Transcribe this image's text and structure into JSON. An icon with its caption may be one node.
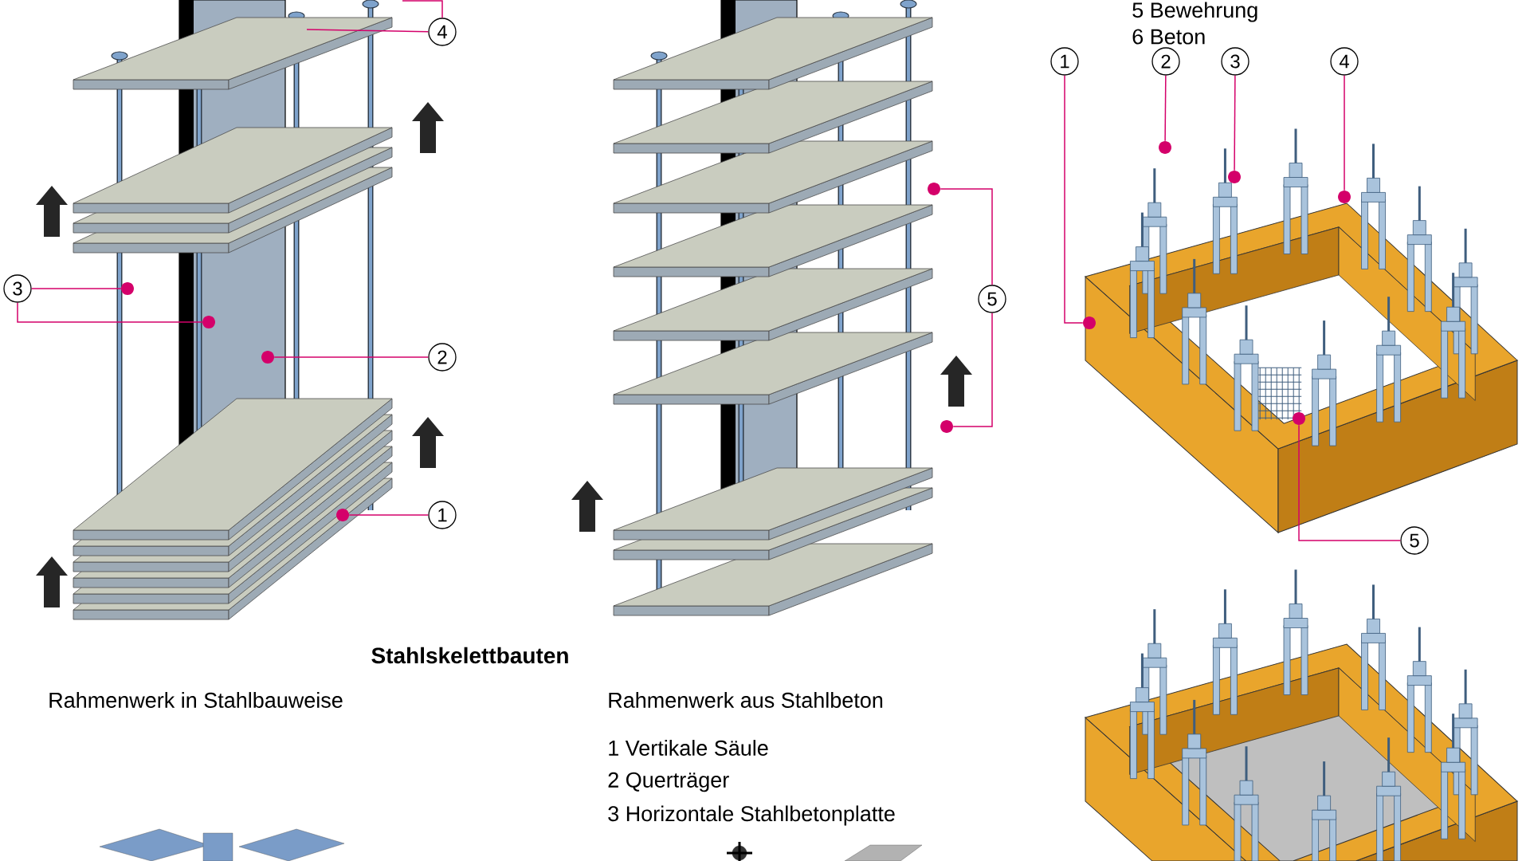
{
  "diagram": {
    "title": "Stahlskelettbauten",
    "nodes": [
      {
        "text": [
          "4"
        ]
      },
      {
        "text": [
          "3"
        ]
      },
      {
        "text": [],
        "shape": "circle"
      },
      {
        "text": [],
        "shape": "circle"
      },
      {
        "text": [
          "2"
        ]
      },
      {
        "text": [],
        "shape": "circle"
      },
      {
        "text": [
          "1"
        ]
      },
      {
        "text": [],
        "shape": "circle"
      },
      {
        "text": [
          "5"
        ]
      },
      {
        "text": [],
        "shape": "circle"
      },
      {
        "text": [],
        "shape": "circle"
      },
      {
        "text": [
          "1"
        ]
      },
      {
        "text": [],
        "shape": "circle"
      },
      {
        "text": [
          "2"
        ]
      },
      {
        "text": [],
        "shape": "circle"
      },
      {
        "text": [
          "3"
        ]
      },
      {
        "text": [],
        "shape": "circle"
      },
      {
        "text": [
          "4"
        ]
      },
      {
        "text": [],
        "shape": "circle"
      },
      {
        "text": [
          "5"
        ]
      },
      {
        "text": [],
        "shape": "circle"
      }
    ],
    "edges": [
      {
        "from": 0,
        "to": null,
        "arrow": "none"
      },
      {
        "from": 0,
        "to": null,
        "arrow": "none"
      },
      {
        "from": 1,
        "to": 2,
        "arrow": "none"
      },
      {
        "from": 1,
        "to": 3,
        "arrow": "none"
      },
      {
        "from": 4,
        "to": 5,
        "arrow": "none"
      },
      {
        "from": 6,
        "to": 7,
        "arrow": "none"
      },
      {
        "from": 8,
        "to": 9,
        "arrow": "none"
      },
      {
        "from": 8,
        "to": 10,
        "arrow": "none"
      },
      {
        "from": 11,
        "to": 12,
        "arrow": "none"
      },
      {
        "from": 13,
        "to": 14,
        "arrow": "none"
      },
      {
        "from": 15,
        "to": 16,
        "arrow": "none"
      },
      {
        "from": 17,
        "to": 18,
        "arrow": "none"
      },
      {
        "from": 19,
        "to": 20,
        "arrow": "none"
      }
    ],
    "labels": [
      "5 Bewehrung",
      "6 Beton",
      "Rahmenwerk in Stahlbauweise",
      "Rahmenwerk aus Stahlbeton",
      "1 Vertikale Säule",
      "2 Querträger",
      "3 Horizontale Stahlbetonplatte"
    ]
  }
}
